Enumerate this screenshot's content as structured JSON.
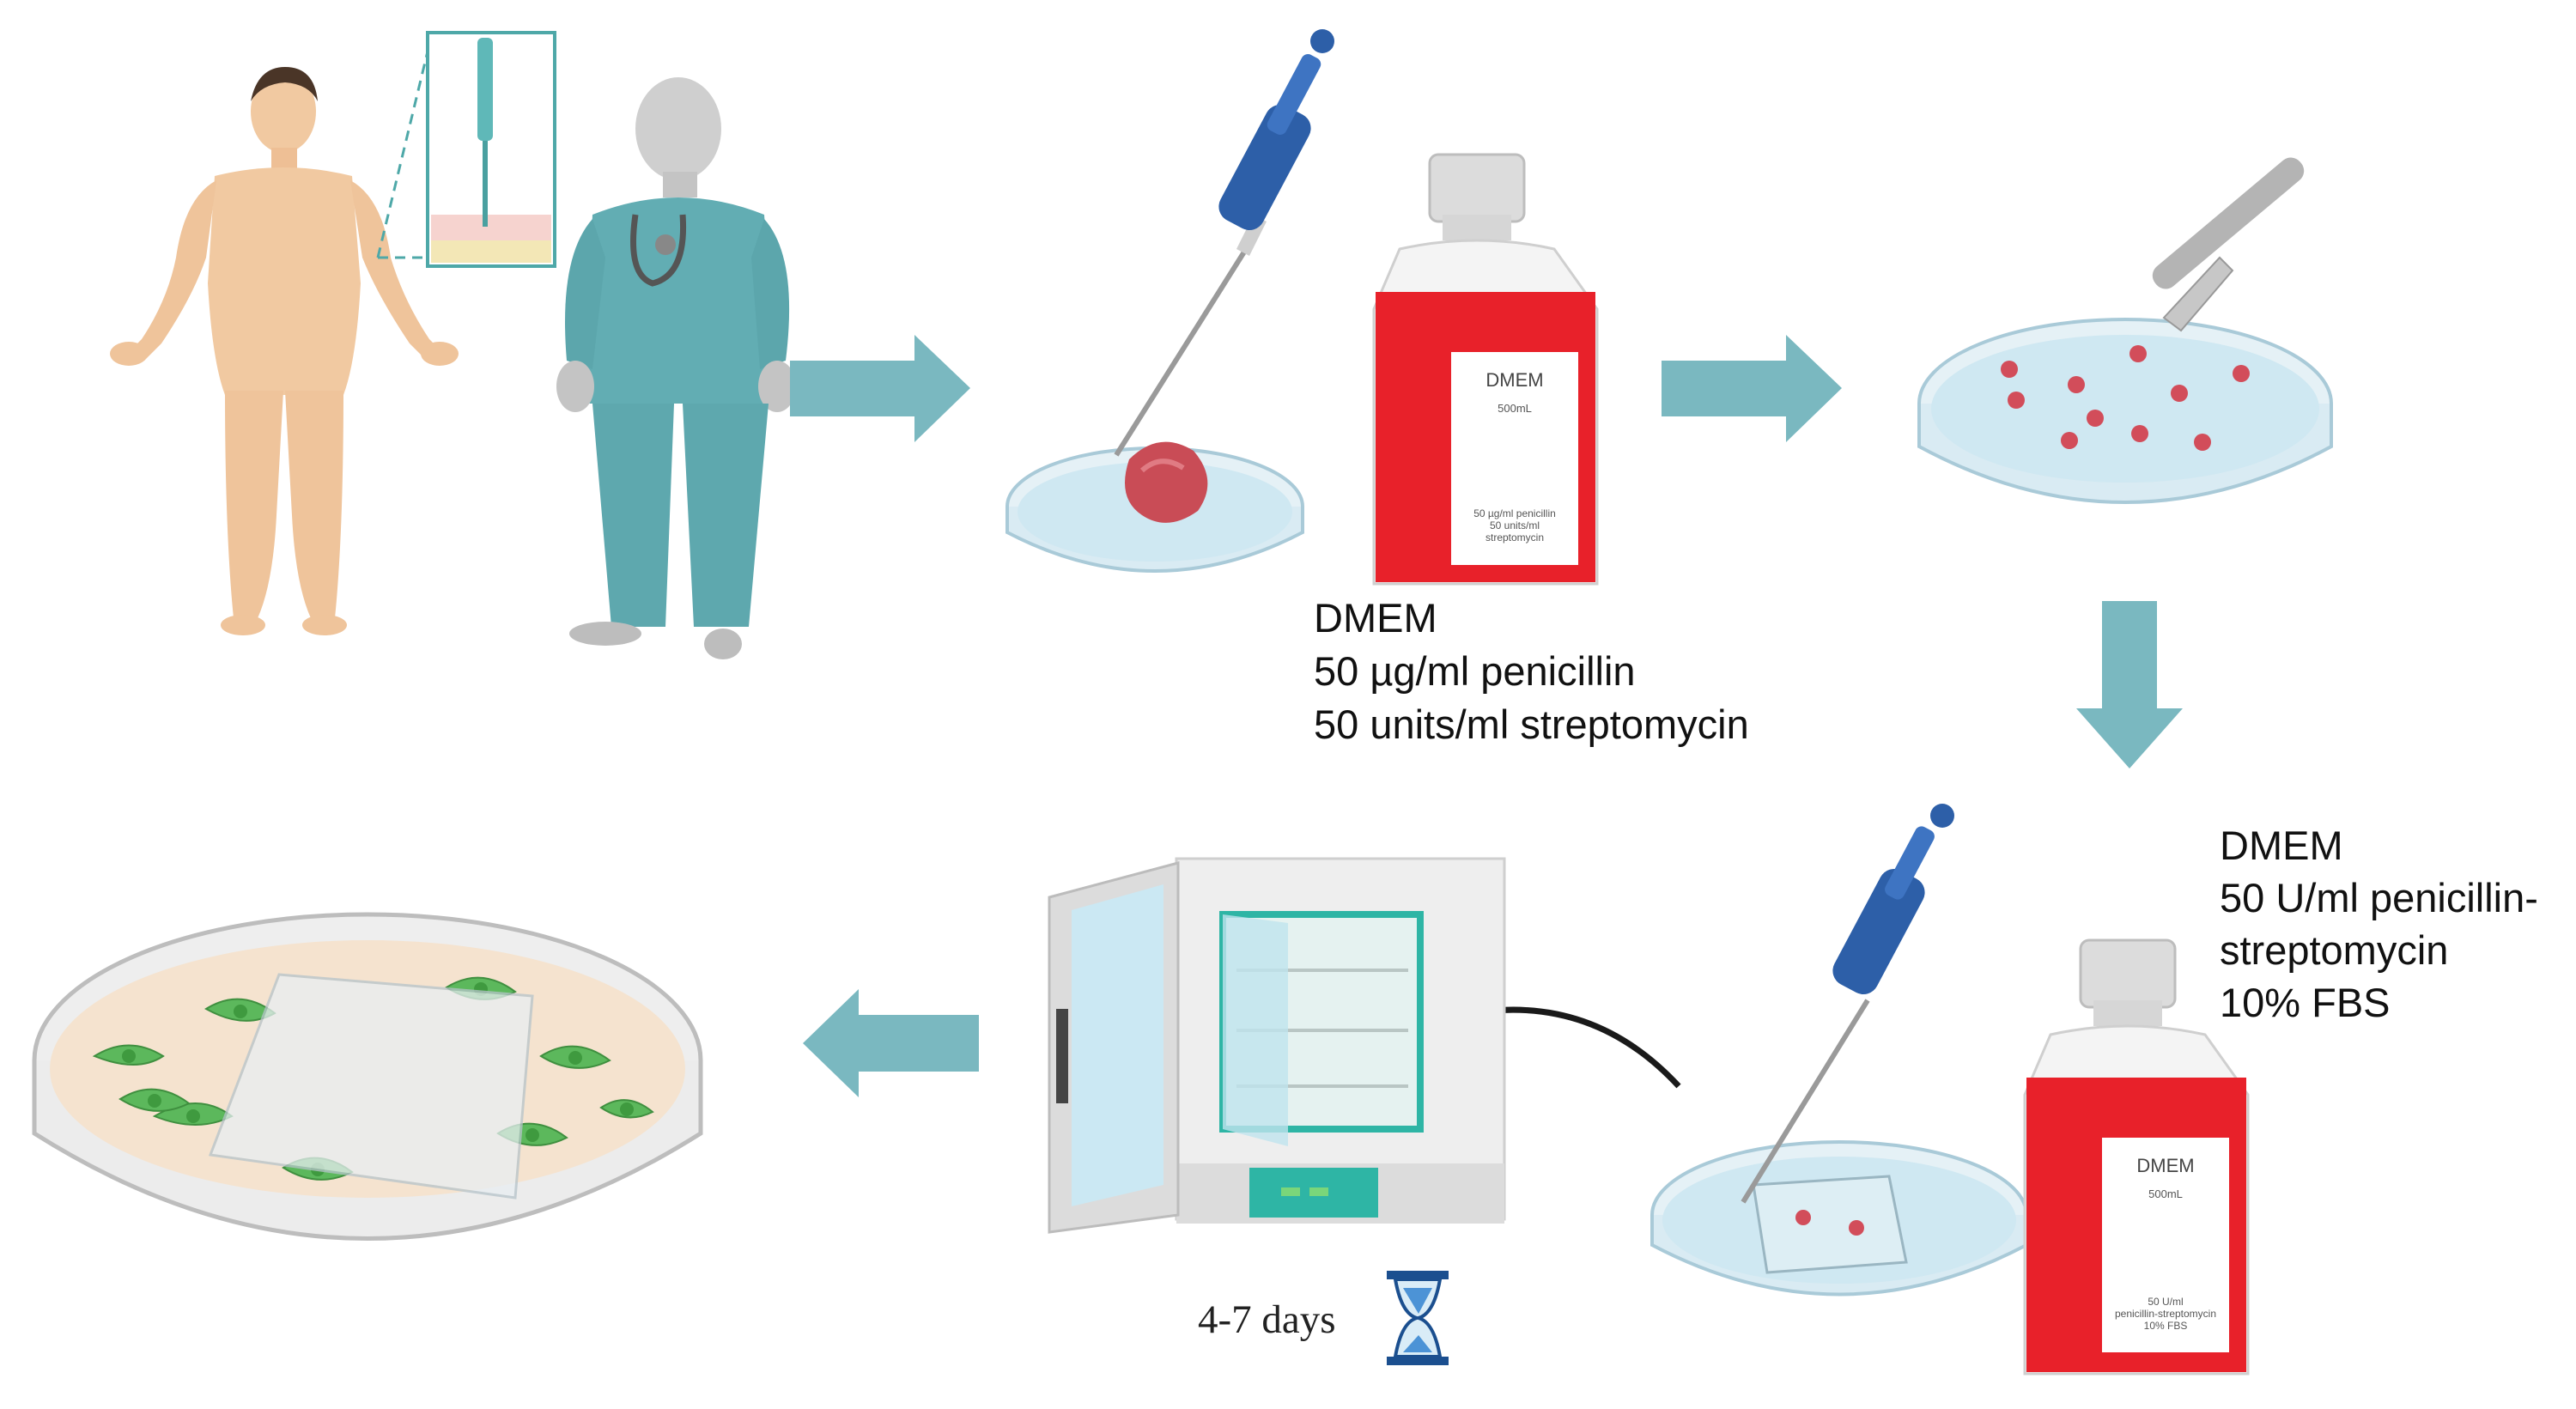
{
  "step2_media": {
    "line1": "DMEM",
    "line2": "50 µg/ml penicillin",
    "line3": "50 units/ml streptomycin"
  },
  "step4_media": {
    "line1": "DMEM",
    "line2": "50 U/ml penicillin-",
    "line3": "streptomycin",
    "line4": "10% FBS"
  },
  "bottle1_label": {
    "name": "DMEM",
    "volume": "500mL",
    "detail1": "50 µg/ml  penicillin",
    "detail2": "50 units/ml",
    "detail3": "streptomycin"
  },
  "bottle2_label": {
    "name": "DMEM",
    "volume": "500mL",
    "detail1": "50 U/ml",
    "detail2": "penicillin-streptomycin",
    "detail3": "10% FBS"
  },
  "incubation": {
    "duration": "4-7 days"
  },
  "colors": {
    "arrow": "#7ab8c0",
    "medium_red": "#e8212a",
    "dish_liquid": "#cfe8f2",
    "pipette_blue": "#2d5fa8",
    "scrubs": "#6fb1b8",
    "cells_green": "#5cb85c",
    "incubator_teal": "#2eb5a5"
  }
}
